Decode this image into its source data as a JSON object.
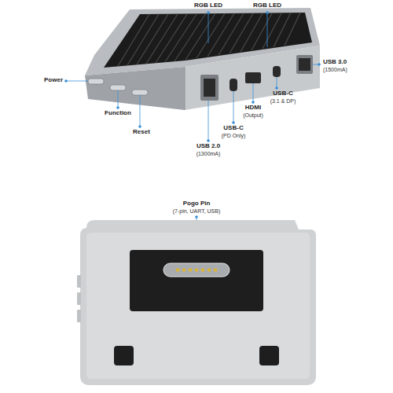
{
  "diagram": {
    "labels": [
      "RGB LED",
      "RGB LED",
      "USB 3.0",
      "(1500mA)",
      "Power",
      "USB-C",
      "(3.1 & DP)",
      "HDMI",
      "(Output)",
      "Function",
      "USB-C",
      "(PD Only)",
      "Reset",
      "USB 2.0",
      "(1300mA)",
      "Pogo Pin",
      "(7-pin, UART, USB)"
    ]
  }
}
